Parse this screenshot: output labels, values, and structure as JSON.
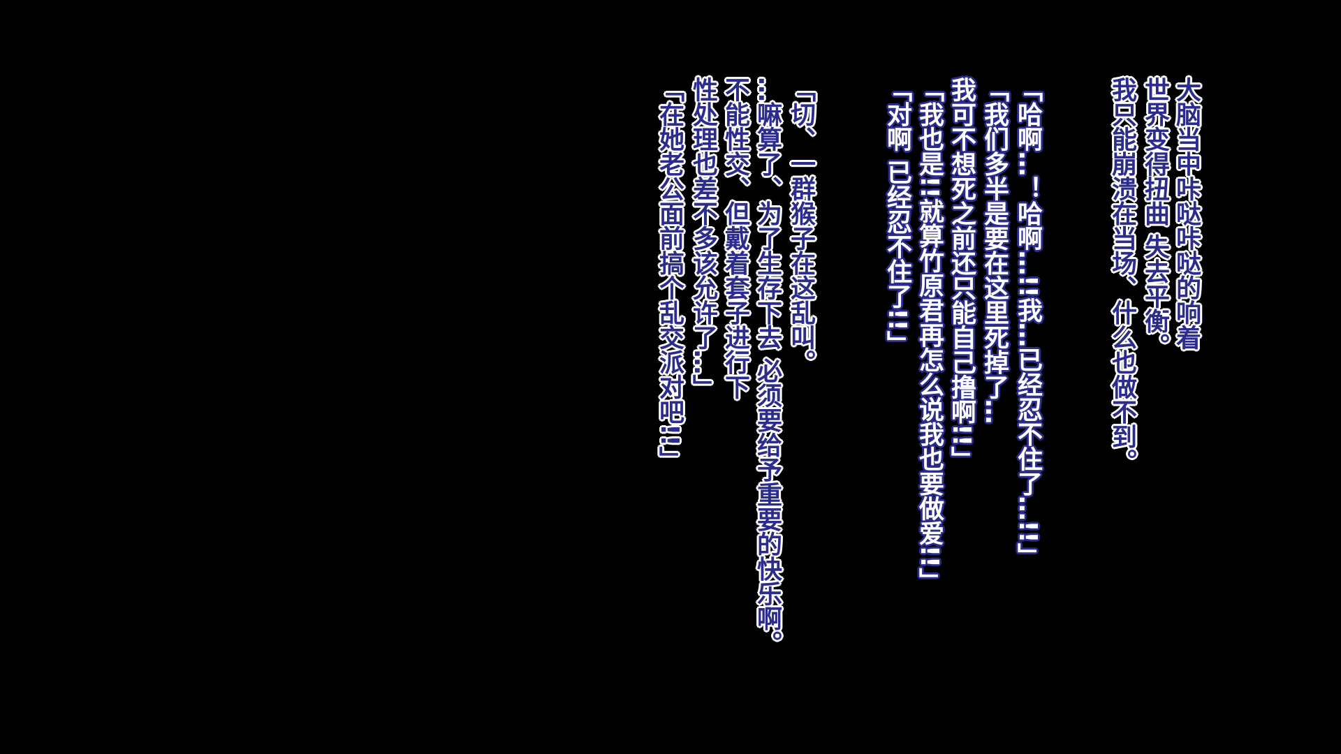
{
  "narration_1": [
    "大脑当中咔哒咔哒的响着",
    "世界变得扭曲 失去平衡。",
    "我只能崩溃在当场、什么也做不到。"
  ],
  "dialogue": [
    "「哈啊…！哈啊…!!我…已经忍不住了…!!」",
    "「我们多半是要在这里死掉了…",
    "我可不想死之前还只能自己撸啊!!」",
    "「我也是!!就算竹原君再怎么说我也要做爱!!」",
    "「对啊 已经忍不住了!!」"
  ],
  "narration_2": [
    "「切、一群猴子在这乱叫。",
    "…嘛算了、为了生存下去 必须要给予重要的快乐啊。",
    "不能性交、但戴着套子进行下",
    "性处理也差不多该允许了…」",
    "「在她老公面前搞个乱交派对吧!!」"
  ],
  "colors": {
    "text_blue": "#2c2c8c",
    "outline_white": "#ffffff",
    "background": "#000000"
  }
}
